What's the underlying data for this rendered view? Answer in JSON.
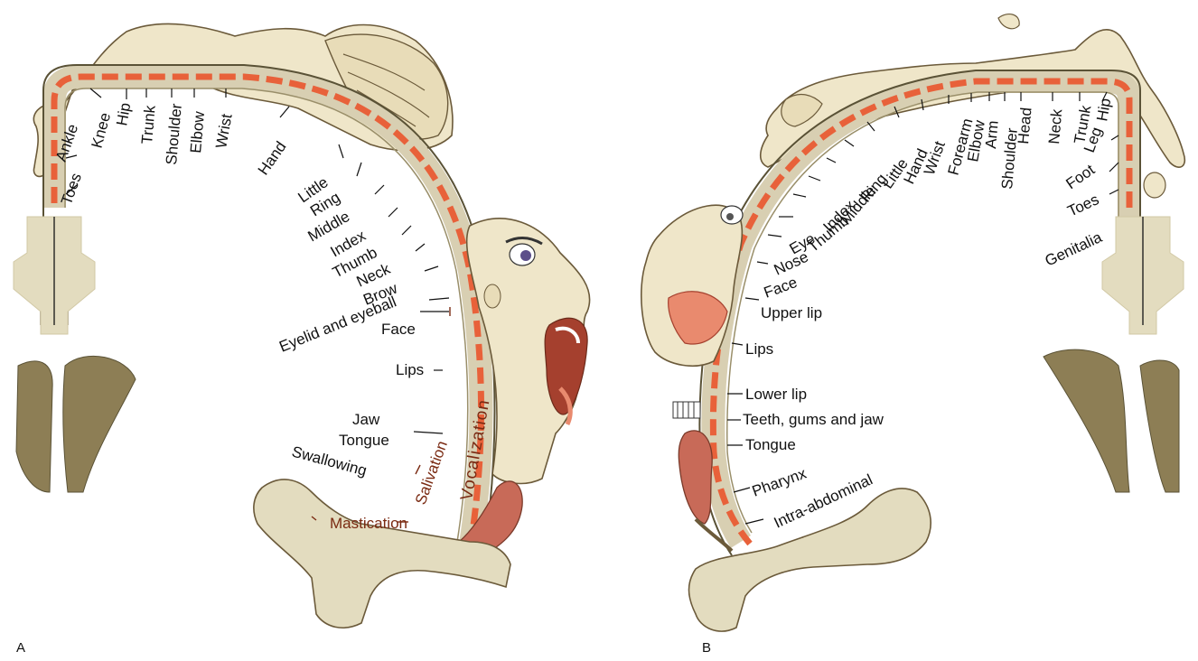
{
  "panels": {
    "a": {
      "letter": "A",
      "labels": {
        "toes": "Toes",
        "ankle": "Ankle",
        "knee": "Knee",
        "hip": "Hip",
        "trunk": "Trunk",
        "shoulder": "Shoulder",
        "elbow": "Elbow",
        "wrist": "Wrist",
        "hand": "Hand",
        "little": "Little",
        "ring": "Ring",
        "middle": "Middle",
        "index": "Index",
        "thumb": "Thumb",
        "neck": "Neck",
        "brow": "Brow",
        "eyelid": "Eyelid and eyeball",
        "face": "Face",
        "lips": "Lips",
        "jaw": "Jaw",
        "tongue": "Tongue",
        "swallowing": "Swallowing",
        "mastication": "Mastication",
        "salivation": "Salivation",
        "vocalization": "Vocalization"
      }
    },
    "b": {
      "letter": "B",
      "labels": {
        "genitalia": "Genitalia",
        "toes": "Toes",
        "foot": "Foot",
        "leg": "Leg",
        "hip": "Hip",
        "trunk": "Trunk",
        "neck": "Neck",
        "head": "Head",
        "shoulder": "Shoulder",
        "arm": "Arm",
        "elbow": "Elbow",
        "forearm": "Forearm",
        "wrist": "Wrist",
        "hand": "Hand",
        "little": "Little",
        "ring": "Ring",
        "middle": "Middle",
        "index": "Index",
        "thumb": "Thumb",
        "eye": "Eye",
        "nose": "Nose",
        "face": "Face",
        "upper_lip": "Upper lip",
        "lips": "Lips",
        "lower_lip": "Lower lip",
        "teeth": "Teeth, gums and jaw",
        "tongue": "Tongue",
        "pharynx": "Pharynx",
        "intra_abdominal": "Intra-abdominal"
      }
    }
  },
  "colors": {
    "cortex_band": "#d8cfb2",
    "stripe": "#e8613a",
    "skin": "#efe6c9",
    "bone": "#e3dcbf",
    "lip": "#e98a6e",
    "tongue": "#c86a58",
    "dark_shadow": "#8d7e55"
  }
}
